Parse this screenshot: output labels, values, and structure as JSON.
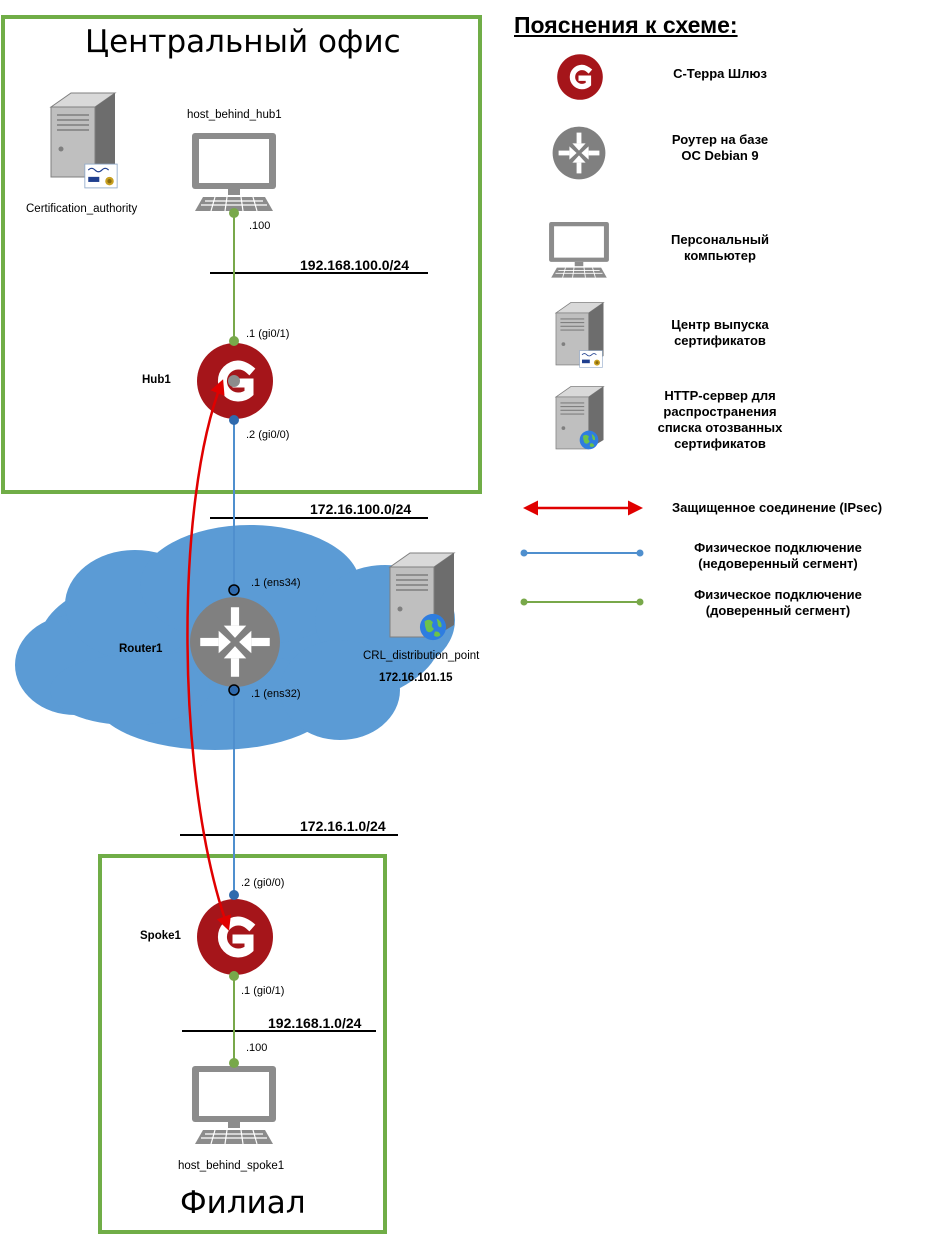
{
  "zones": {
    "central": "Центральный офис",
    "branch": "Филиал"
  },
  "nodes": {
    "ca": "Certification_authority",
    "host_hub1": "host_behind_hub1",
    "hub1": "Hub1",
    "router1": "Router1",
    "crl": "CRL_distribution_point",
    "crl_ip": "172.16.101.15",
    "spoke1": "Spoke1",
    "host_spoke1": "host_behind_spoke1"
  },
  "networks": {
    "n100": "192.168.100.0/24",
    "n172_100": "172.16.100.0/24",
    "n172_1": "172.16.1.0/24",
    "n1": "192.168.1.0/24"
  },
  "interfaces": {
    "host_hub1": ".100",
    "hub1_gi01": ".1 (gi0/1)",
    "hub1_gi00": ".2 (gi0/0)",
    "router_ens34": ".1 (ens34)",
    "router_ens32": ".1 (ens32)",
    "spoke1_gi00": ".2 (gi0/0)",
    "spoke1_gi01": ".1 (gi0/1)",
    "host_spoke1": ".100"
  },
  "legend": {
    "title": "Пояснения к схеме:",
    "gateway": "С-Терра Шлюз",
    "router": "Роутер на базе\nОС Debian 9",
    "pc": "Персональный\nкомпьютер",
    "ca": "Центр выпуска\nсертификатов",
    "http": "HTTP-сервер для\nраспространения\nсписка отозванных\nсертификатов",
    "ipsec": "Защищенное соединение (IPsec)",
    "untrusted": "Физическое подключение\n(недоверенный сегмент)",
    "trusted": "Физическое подключение\n(доверенный сегмент)"
  },
  "colors": {
    "zone_border": "#70ad47",
    "cloud": "#5b9bd5",
    "gateway": "#a5151a",
    "router": "#808080",
    "ipsec": "#e00000",
    "untrusted_link": "#4f8fce",
    "trusted_link": "#78a84a"
  },
  "icons": {
    "gateway": "gateway-g-icon",
    "router": "router-arrows-icon",
    "pc": "monitor-keyboard-icon",
    "server": "tower-server-icon"
  }
}
